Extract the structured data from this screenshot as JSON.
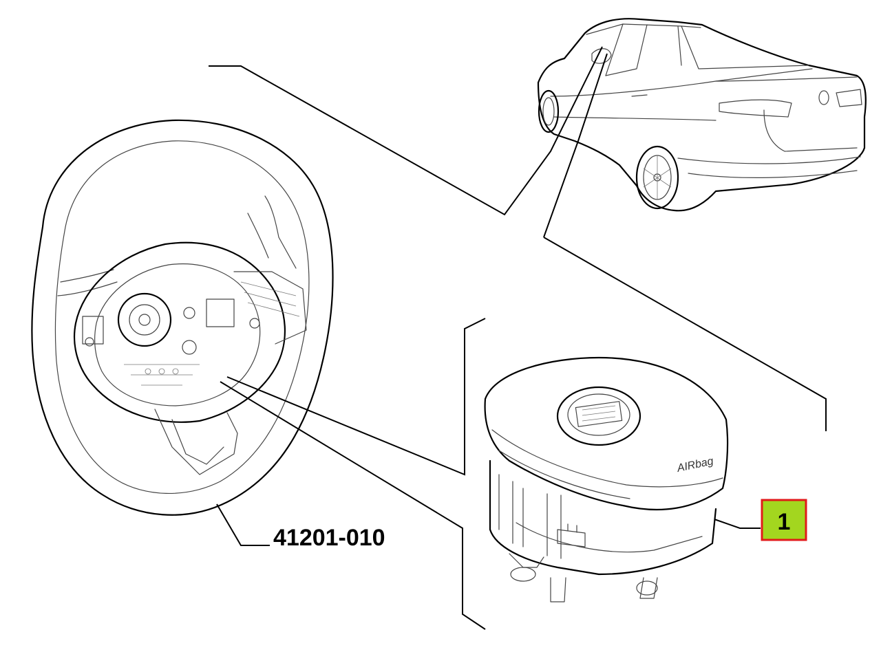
{
  "assembly_part_number": "41201-010",
  "callout": {
    "number": "1",
    "fill_color": "#a3d61f",
    "border_color": "#e11a1a"
  },
  "airbag_cover_text": "AIRbag",
  "icons": [
    "car-icon",
    "steering-wheel-icon",
    "airbag-module-icon"
  ]
}
